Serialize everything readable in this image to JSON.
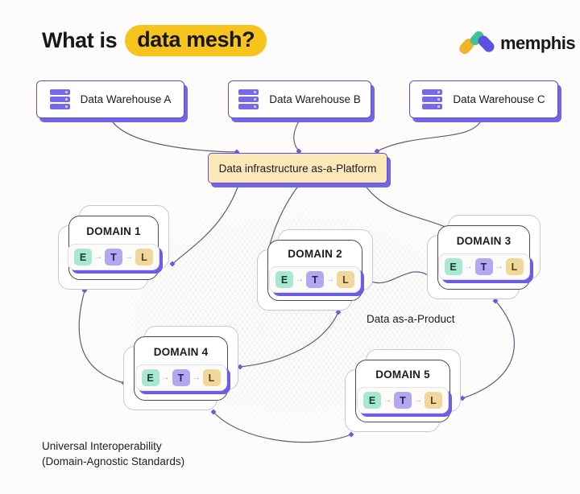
{
  "title": {
    "prefix": "What is",
    "highlight": "data mesh?"
  },
  "logo": {
    "brand": "memphis"
  },
  "warehouses": [
    {
      "label": "Data Warehouse A"
    },
    {
      "label": "Data Warehouse B"
    },
    {
      "label": "Data Warehouse C"
    }
  ],
  "platform": {
    "label": "Data infrastructure as-a-Platform"
  },
  "domains": [
    {
      "label": "DOMAIN 1",
      "etl": [
        "E",
        "T",
        "L"
      ]
    },
    {
      "label": "DOMAIN 2",
      "etl": [
        "E",
        "T",
        "L"
      ]
    },
    {
      "label": "DOMAIN 3",
      "etl": [
        "E",
        "T",
        "L"
      ]
    },
    {
      "label": "DOMAIN 4",
      "etl": [
        "E",
        "T",
        "L"
      ]
    },
    {
      "label": "DOMAIN 5",
      "etl": [
        "E",
        "T",
        "L"
      ]
    }
  ],
  "etl_arrow": "→",
  "annotations": {
    "data_product": "Data as-a-Product",
    "interop_line1": "Universal Interoperability",
    "interop_line2": "(Domain-Agnostic Standards)"
  },
  "icons": {
    "warehouse": "server-stack-icon",
    "etl_step_separator": "arrow-right-icon",
    "logo_mark": "memphis-three-pills-icon"
  },
  "colors": {
    "accent_purple": "#6c5ce0",
    "node_border_purple": "#5b4fd6",
    "node_shadow_purple": "#7166e4",
    "highlight_yellow": "#f6c41d",
    "platform_fill": "#fae8b8",
    "chip_extract": "#a9e8d0",
    "chip_transform": "#b4a7f0",
    "chip_load": "#f2d79c",
    "logo_yellow": "#f0b42a",
    "logo_green": "#3fc19a",
    "logo_purple": "#5a53e0"
  }
}
